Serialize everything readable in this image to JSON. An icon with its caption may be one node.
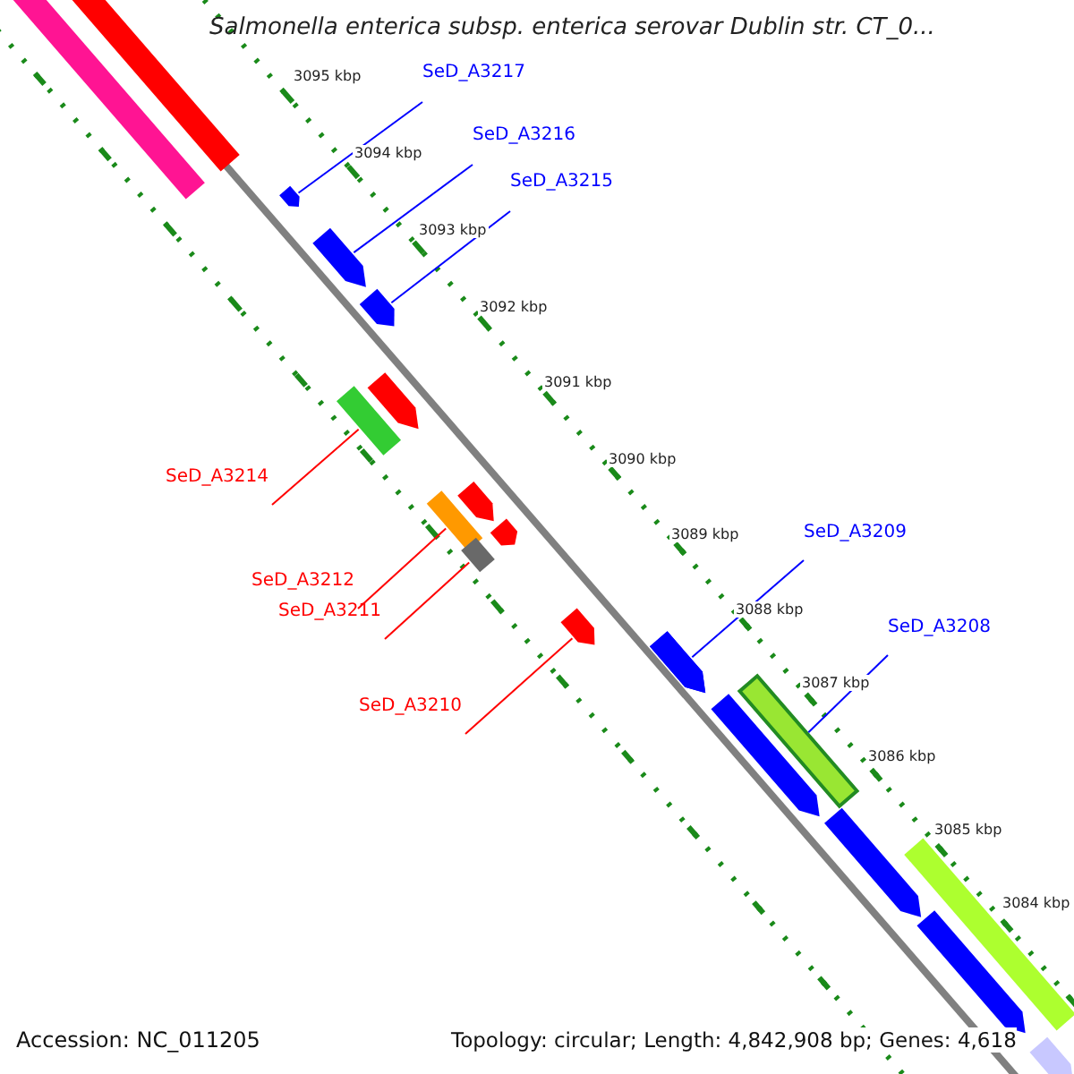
{
  "diagram": {
    "title": "Salmonella enterica subsp. enterica serovar Dublin str. CT_0...",
    "nodes": [
      {
        "text": [
          "SeD_A3217"
        ]
      },
      {
        "text": [
          "SeD_A3216"
        ]
      },
      {
        "text": [
          "SeD_A3215"
        ]
      },
      {
        "text": [
          "SeD_A3214"
        ]
      },
      {
        "text": [
          "SeD_A3212"
        ]
      },
      {
        "text": [
          "SeD_A3211"
        ]
      },
      {
        "text": [
          "SeD_A3210"
        ]
      },
      {
        "text": [
          "SeD_A3209"
        ]
      },
      {
        "text": [
          "SeD_A3208"
        ]
      },
      {
        "text": [],
        "shape": "bar"
      },
      {
        "text": [],
        "shape": "bar"
      },
      {
        "text": [],
        "shape": "bar"
      },
      {
        "text": [],
        "shape": "bar"
      },
      {
        "text": [],
        "shape": "bar"
      },
      {
        "text": [],
        "shape": "bar"
      },
      {
        "text": [],
        "shape": "bar"
      },
      {
        "text": [],
        "shape": "bar"
      },
      {
        "text": [],
        "shape": "bar"
      }
    ],
    "edges": [
      {
        "from": 0,
        "to": 9,
        "arrow": "none",
        "color": "#0000ff"
      },
      {
        "from": 1,
        "to": 10,
        "arrow": "none",
        "color": "#0000ff"
      },
      {
        "from": 2,
        "to": 11,
        "arrow": "none",
        "color": "#0000ff"
      },
      {
        "from": 3,
        "to": 12,
        "arrow": "none",
        "color": "#ff0000"
      },
      {
        "from": 4,
        "to": 13,
        "arrow": "none",
        "color": "#ff0000"
      },
      {
        "from": 5,
        "to": 14,
        "arrow": "none",
        "color": "#ff0000"
      },
      {
        "from": 6,
        "to": 15,
        "arrow": "none",
        "color": "#ff0000"
      },
      {
        "from": 7,
        "to": 16,
        "arrow": "none",
        "color": "#0000ff"
      },
      {
        "from": 8,
        "to": 17,
        "arrow": "none",
        "color": "#0000ff"
      }
    ],
    "labels": [
      "3095 kbp",
      "3094 kbp",
      "3093 kbp",
      "3092 kbp",
      "3091 kbp",
      "3090 kbp",
      "3089 kbp",
      "3088 kbp",
      "3087 kbp",
      "3086 kbp",
      "3085 kbp",
      "3084 kbp",
      "Accession: NC_011205",
      "Topology: circular; Length: 4,842,908 bp; Genes: 4,618"
    ]
  }
}
